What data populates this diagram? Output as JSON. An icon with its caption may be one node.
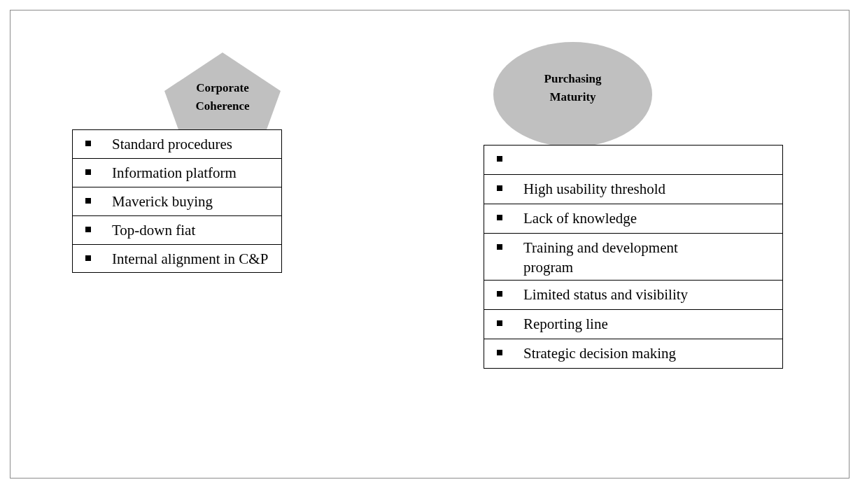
{
  "diagram": {
    "nodes": [
      {
        "text": [
          "Corporate Coherence"
        ]
      },
      {
        "text": [
          "Standard procedures"
        ]
      },
      {
        "text": [
          "Information platform"
        ]
      },
      {
        "text": [
          "Maverick buying"
        ]
      },
      {
        "text": [
          "Top-down fiat"
        ]
      },
      {
        "text": [
          "Internal alignment in C&P"
        ]
      },
      {
        "text": [
          "Purchasing Maturity"
        ]
      },
      {
        "text": [],
        "shape": "box"
      },
      {
        "text": [
          "High usability threshold"
        ]
      },
      {
        "text": [
          "Lack of knowledge"
        ]
      },
      {
        "text": [
          "Training and development program"
        ]
      },
      {
        "text": [
          "Limited status and visibility"
        ]
      },
      {
        "text": [
          "Reporting line"
        ]
      },
      {
        "text": [
          "Strategic decision making"
        ]
      }
    ]
  }
}
